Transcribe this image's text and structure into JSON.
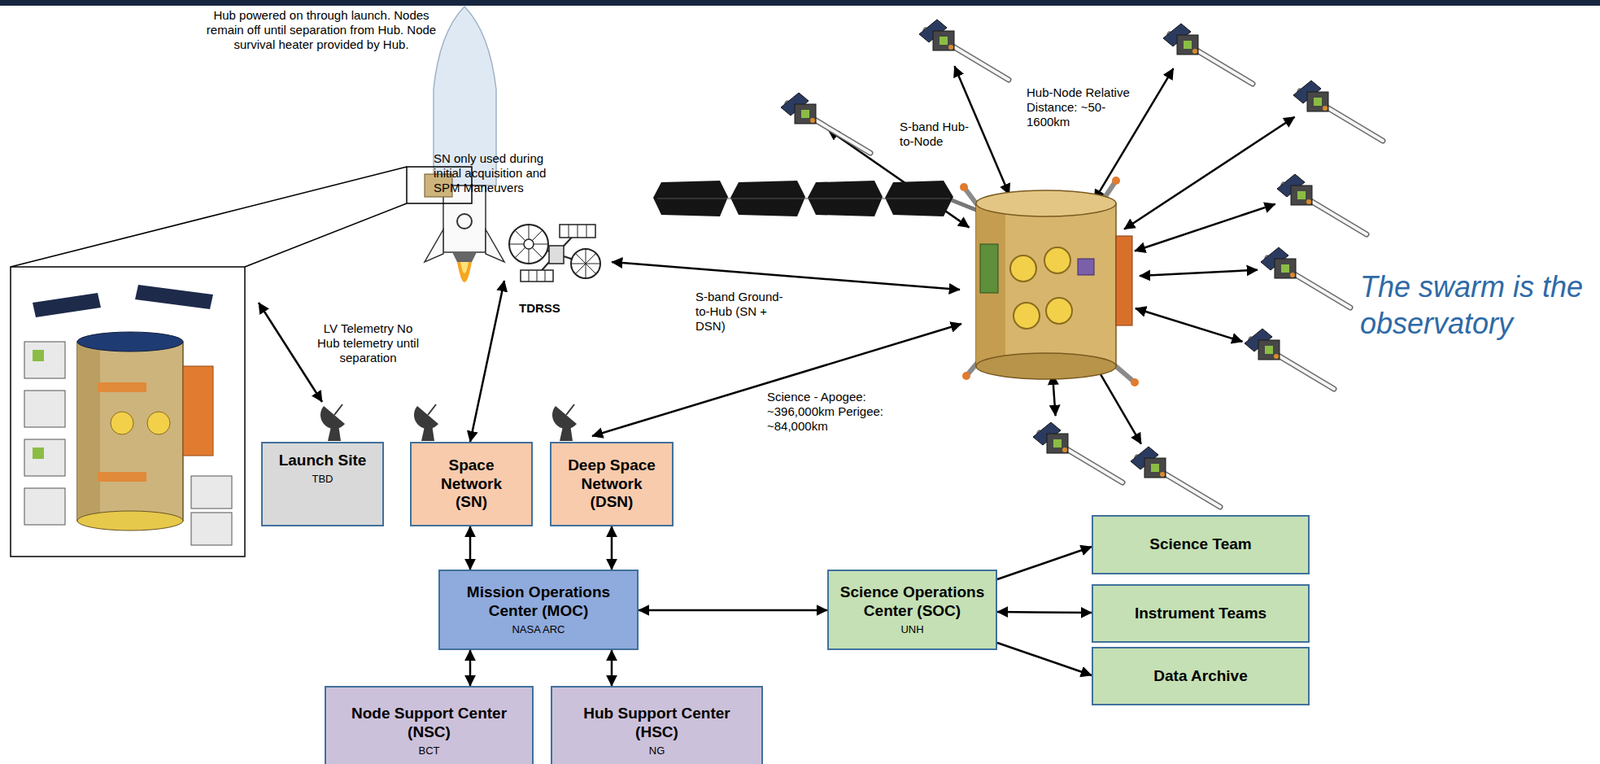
{
  "diagram": {
    "nodes": [
      {
        "text": [
          "TDRSS"
        ]
      },
      {
        "text": [
          "Launch Site",
          "TBD"
        ]
      },
      {
        "text": [
          "Space Network (SN)"
        ]
      },
      {
        "text": [
          "Deep Space Network (DSN)"
        ]
      },
      {
        "text": [
          "Mission Operations Center (MOC)",
          "NASA ARC"
        ]
      },
      {
        "text": [
          "Science Operations Center (SOC)",
          "UNH"
        ]
      },
      {
        "text": [
          "Science Team"
        ]
      },
      {
        "text": [
          "Instrument Teams"
        ]
      },
      {
        "text": [
          "Data Archive"
        ]
      },
      {
        "text": [
          "Node Support Center (NSC)",
          "BCT"
        ]
      },
      {
        "text": [
          "Hub Support Center (HSC)",
          "NG"
        ]
      }
    ],
    "edges": [
      {
        "from": 2,
        "to": 0,
        "arrow": "both"
      },
      {
        "from": 2,
        "to": 4,
        "arrow": "both"
      },
      {
        "from": 3,
        "to": 4,
        "arrow": "both"
      },
      {
        "from": 4,
        "to": 5,
        "arrow": "both"
      },
      {
        "from": 4,
        "to": 9,
        "arrow": "both"
      },
      {
        "from": 4,
        "to": 10,
        "arrow": "both"
      },
      {
        "from": 5,
        "to": 6,
        "arrow": "to"
      },
      {
        "from": 5,
        "to": 7,
        "arrow": "both"
      },
      {
        "from": 5,
        "to": 8,
        "arrow": "to"
      }
    ],
    "labels": [
      "Hub powered on through launch. Nodes remain off until separation from Hub. Node survival heater provided by Hub.",
      "Hub-Node Relative Distance: ~50-1600km",
      "S-band Hub-to-Node",
      "SN only used during initial acquisition and SPM Maneuvers",
      "The swarm is the observatory",
      "S-band Ground-to-Hub (SN + DSN)",
      "LV Telemetry No Hub telemetry until separation",
      "Science - Apogee: ~396,000km Perigee: ~84,000km"
    ]
  }
}
